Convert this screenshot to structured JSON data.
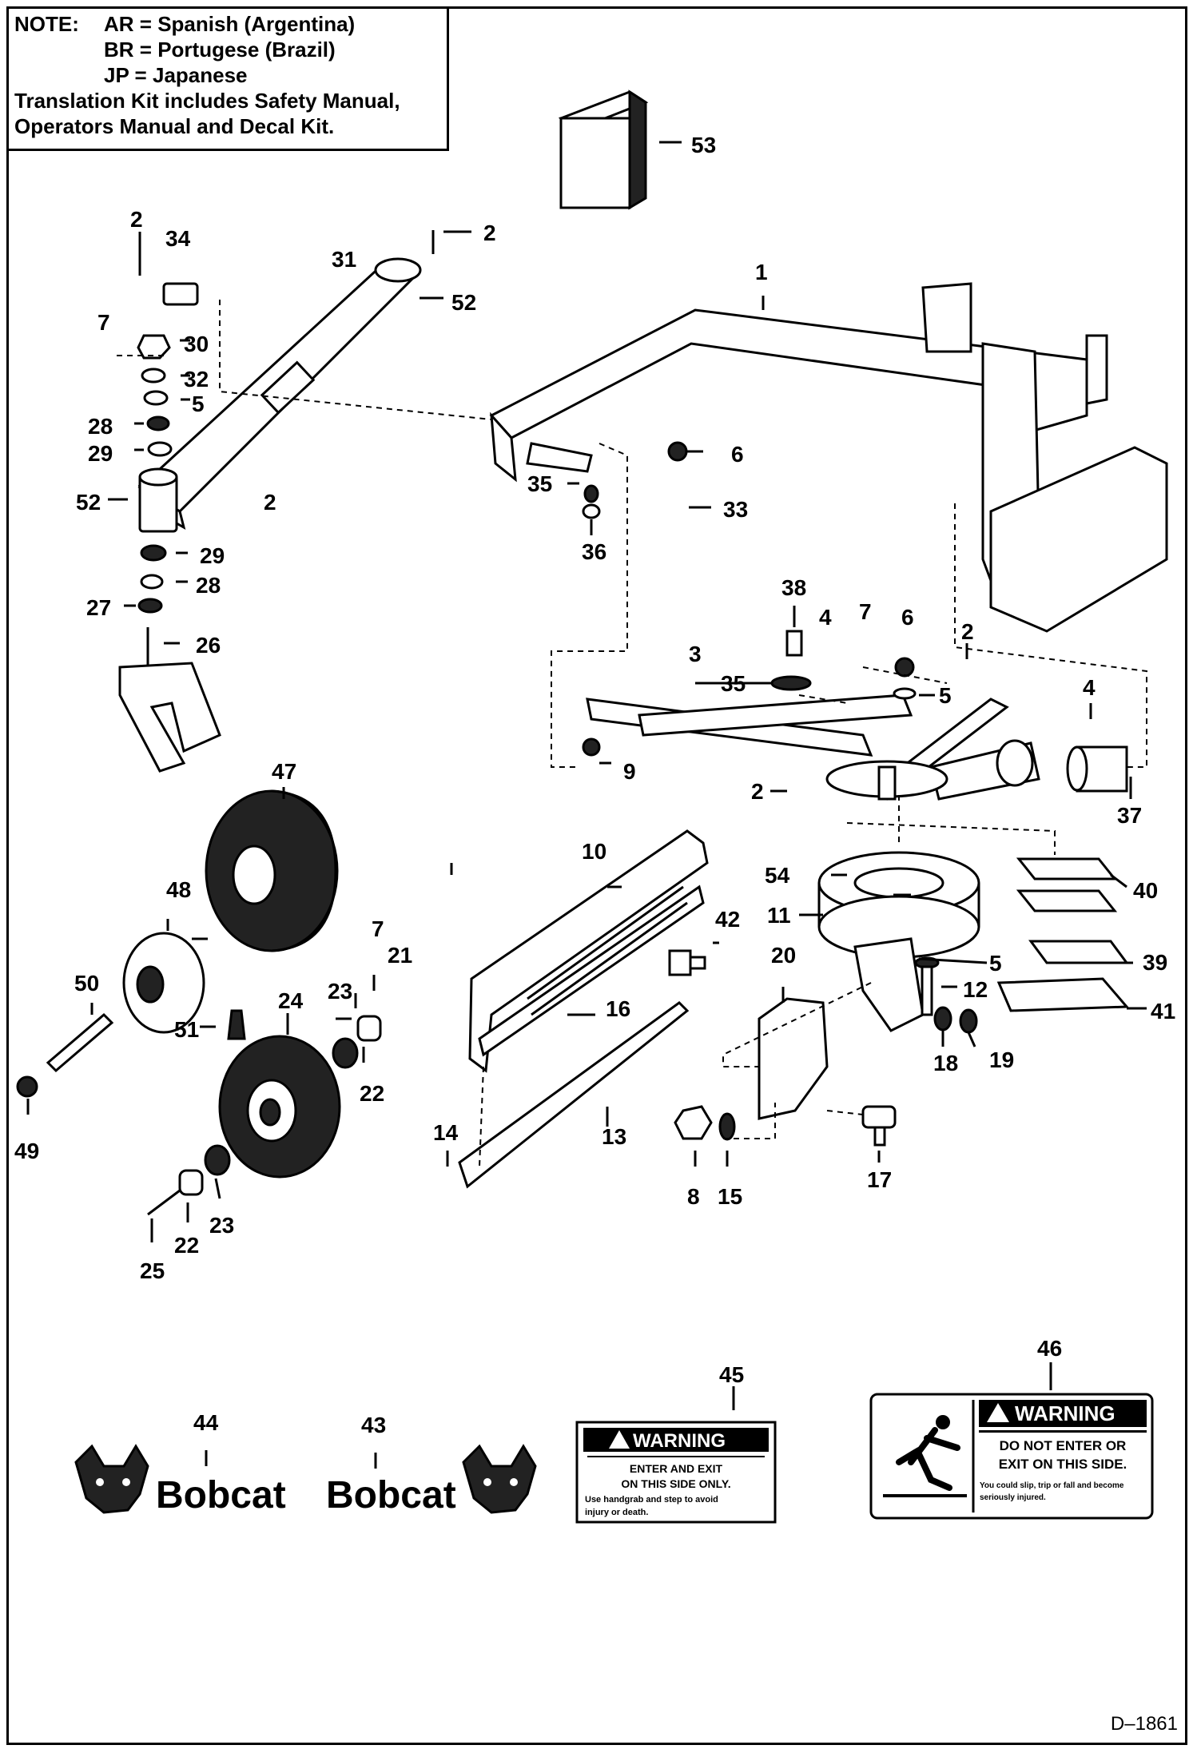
{
  "note": {
    "heading": "NOTE:",
    "codes": [
      {
        "code": "AR =",
        "language": "Spanish (Argentina)"
      },
      {
        "code": "BR =",
        "language": "Portugese (Brazil)"
      },
      {
        "code": "JP =",
        "language": "Japanese"
      }
    ],
    "line1": "Translation Kit includes Safety Manual,",
    "line2": "Operators Manual and Decal Kit."
  },
  "callouts": {
    "n1": "1",
    "n2": "2",
    "n3": "3",
    "n4": "4",
    "n5": "5",
    "n6": "6",
    "n7": "7",
    "n8": "8",
    "n9": "9",
    "n10": "10",
    "n11": "11",
    "n12": "12",
    "n13": "13",
    "n14": "14",
    "n15": "15",
    "n16": "16",
    "n17": "17",
    "n18": "18",
    "n19": "19",
    "n20": "20",
    "n21": "21",
    "n22": "22",
    "n23": "23",
    "n24": "24",
    "n25": "25",
    "n26": "26",
    "n27": "27",
    "n28": "28",
    "n29": "29",
    "n30": "30",
    "n31": "31",
    "n32": "32",
    "n33": "33",
    "n34": "34",
    "n35": "35",
    "n36": "36",
    "n37": "37",
    "n38": "38",
    "n39": "39",
    "n40": "40",
    "n41": "41",
    "n42": "42",
    "n43": "43",
    "n44": "44",
    "n45": "45",
    "n46": "46",
    "n47": "47",
    "n48": "48",
    "n49": "49",
    "n50": "50",
    "n51": "51",
    "n52": "52",
    "n53": "53",
    "n54": "54"
  },
  "decals": {
    "brand": "Bobcat",
    "warning_word": "WARNING",
    "decal45_line1": "ENTER AND EXIT",
    "decal45_line2": "ON THIS SIDE ONLY.",
    "decal45_line3": "Use handgrab and step to avoid",
    "decal45_line4": "injury or death.",
    "decal46_line1": "DO NOT ENTER OR",
    "decal46_line2": "EXIT ON THIS SIDE.",
    "decal46_line3": "You could slip, trip or fall and become",
    "decal46_line4": "seriously injured."
  },
  "drawing_number": "D–1861"
}
